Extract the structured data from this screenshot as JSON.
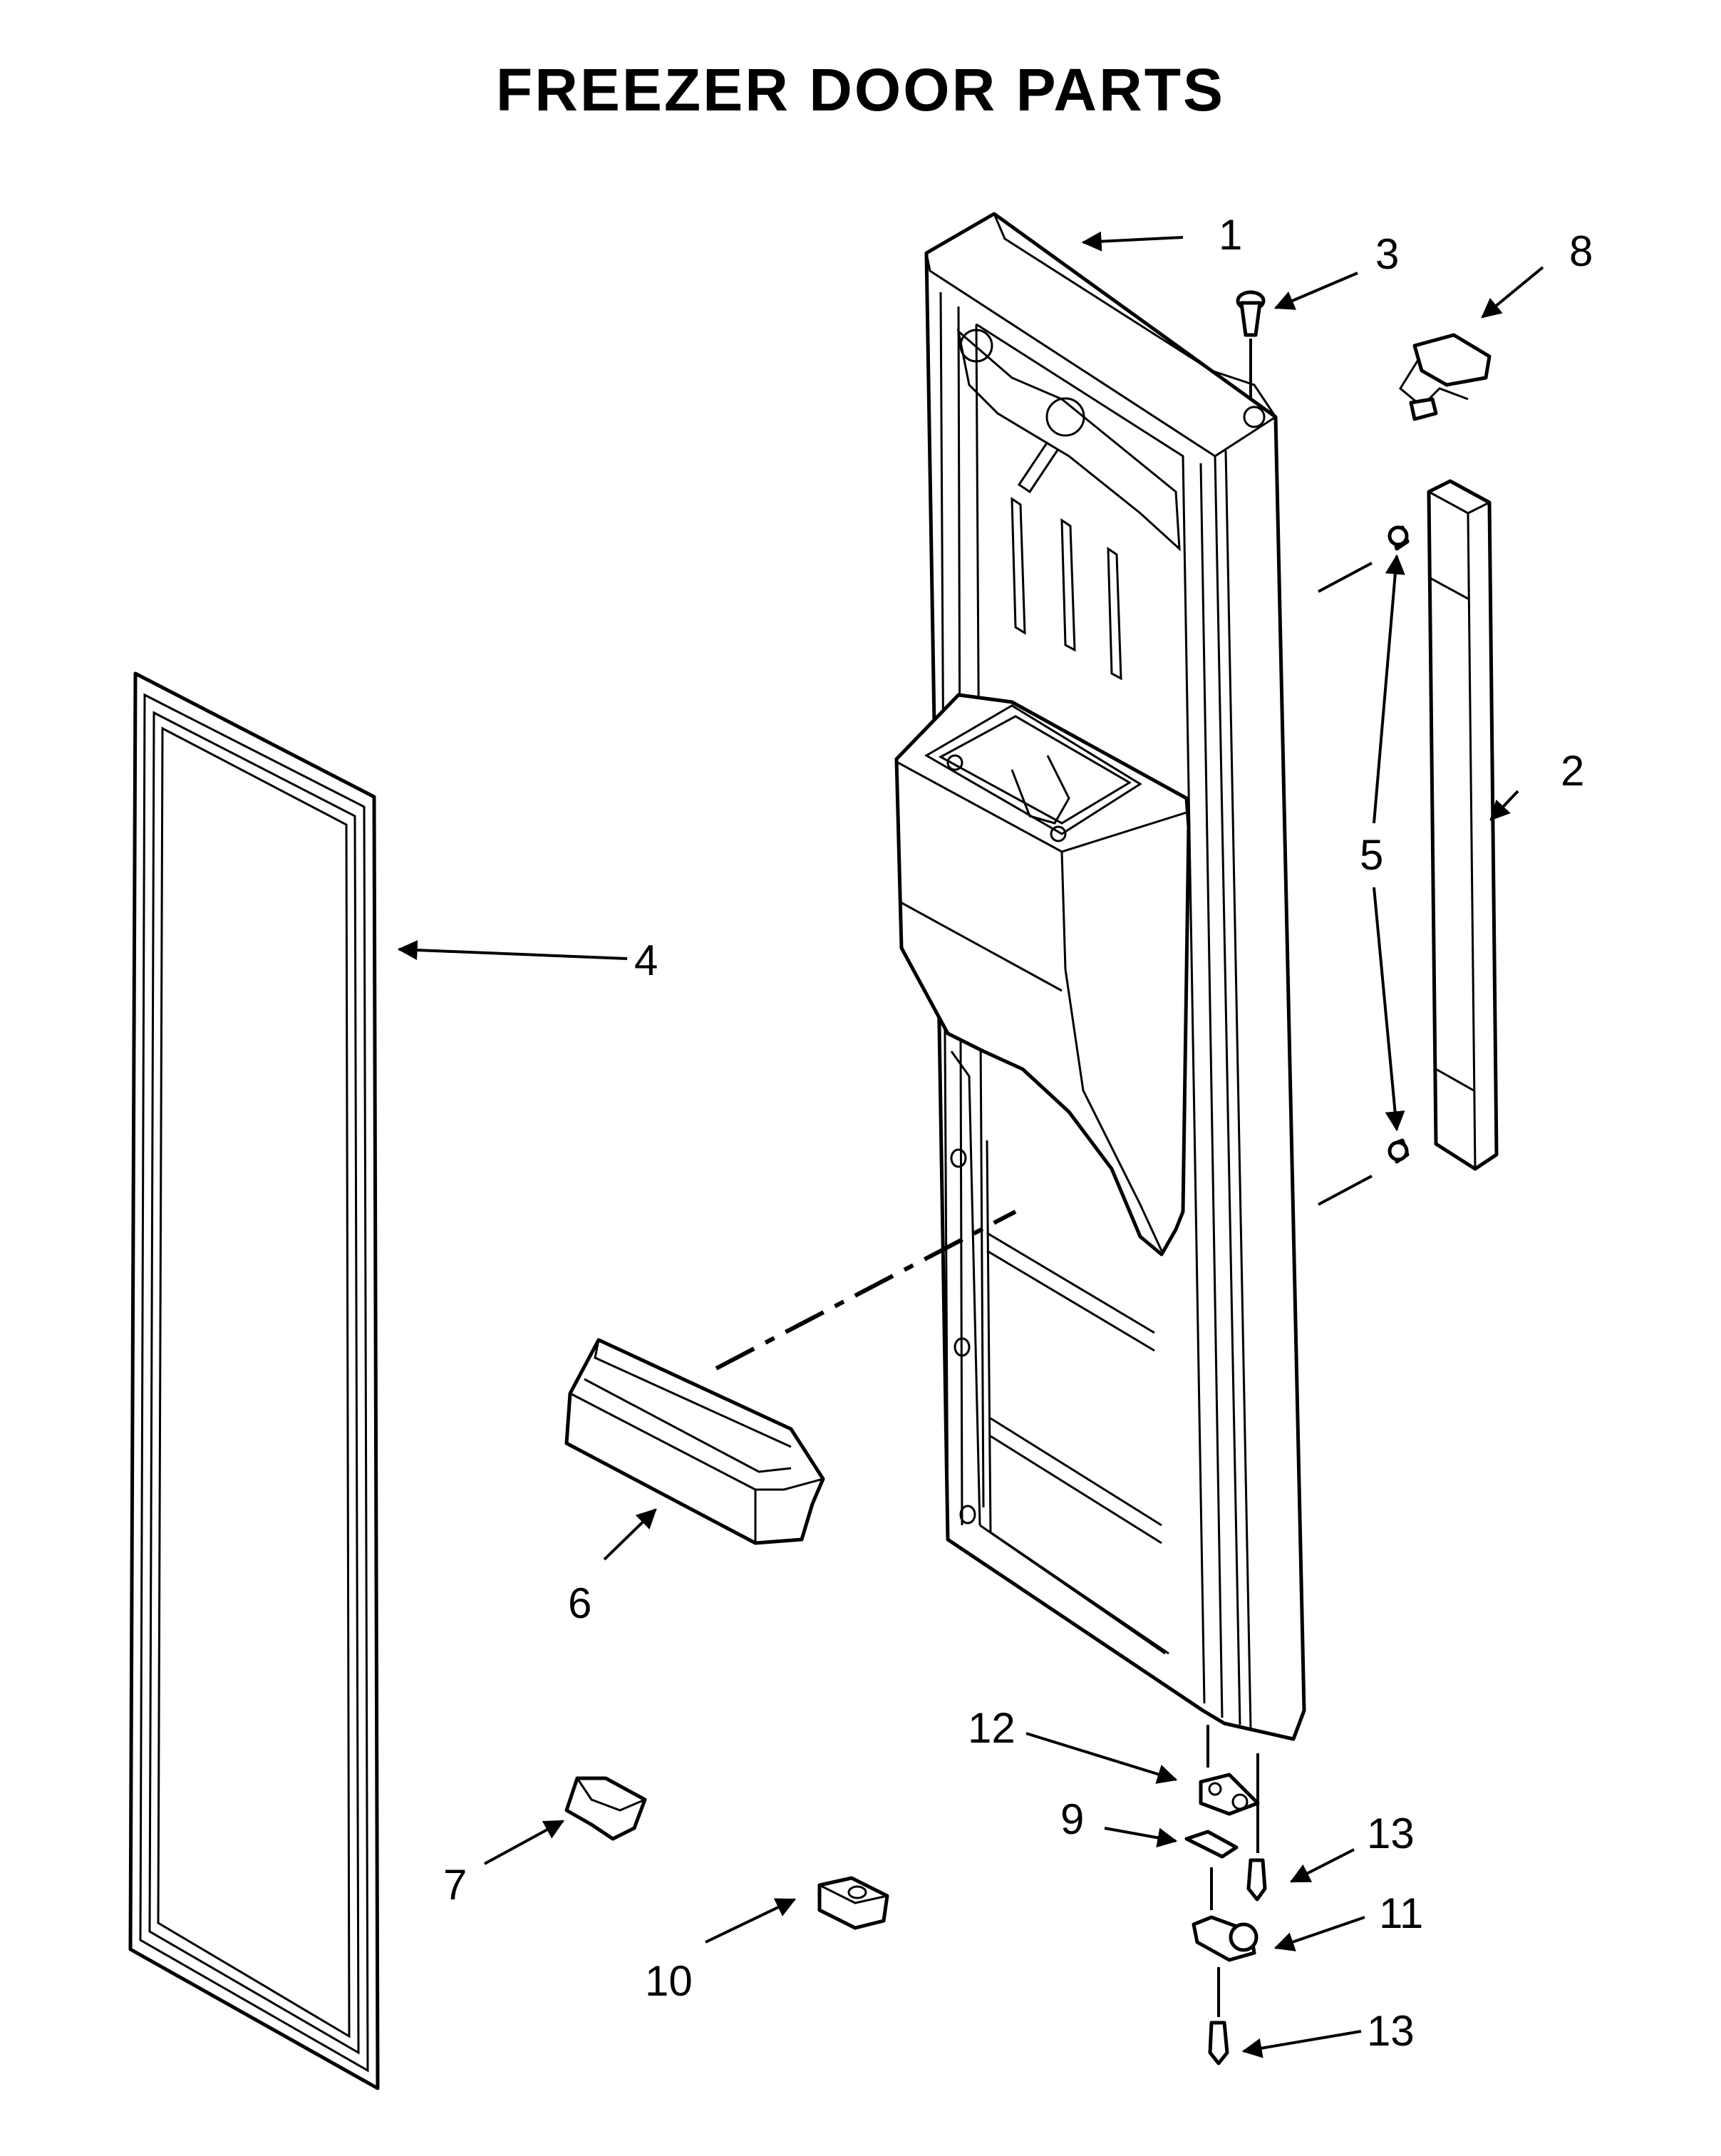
{
  "title": "FREEZER DOOR PARTS",
  "callouts": [
    "1",
    "2",
    "3",
    "4",
    "5",
    "6",
    "7",
    "8",
    "9",
    "10",
    "11",
    "12",
    "13",
    "13"
  ],
  "colors": {
    "line": "#000000",
    "background": "#ffffff"
  }
}
